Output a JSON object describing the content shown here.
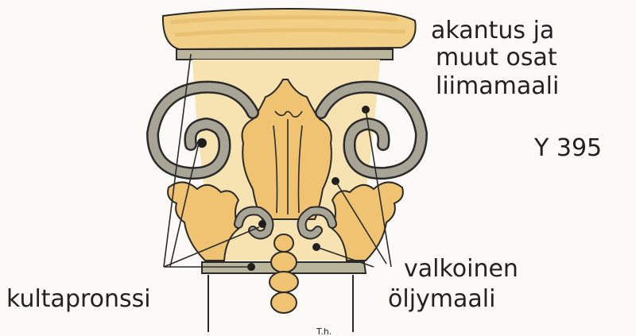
{
  "labels": {
    "top_line1": "akantus ja",
    "top_line2": "muut osat",
    "top_line3": "liimamaali",
    "code": "Y 395",
    "right_line1": "valkoinen",
    "right_line2": "öljymaali",
    "left": "kultapronssi",
    "signature": "T.h."
  },
  "colors": {
    "paper": "#fbfaf6",
    "glue_paint_yellow": "#f2cf86",
    "glue_paint_dark": "#e6b564",
    "volute_gray": "#a9a596",
    "gold_bronze_band": "#b9b69c",
    "ink": "#1e1e1e"
  }
}
